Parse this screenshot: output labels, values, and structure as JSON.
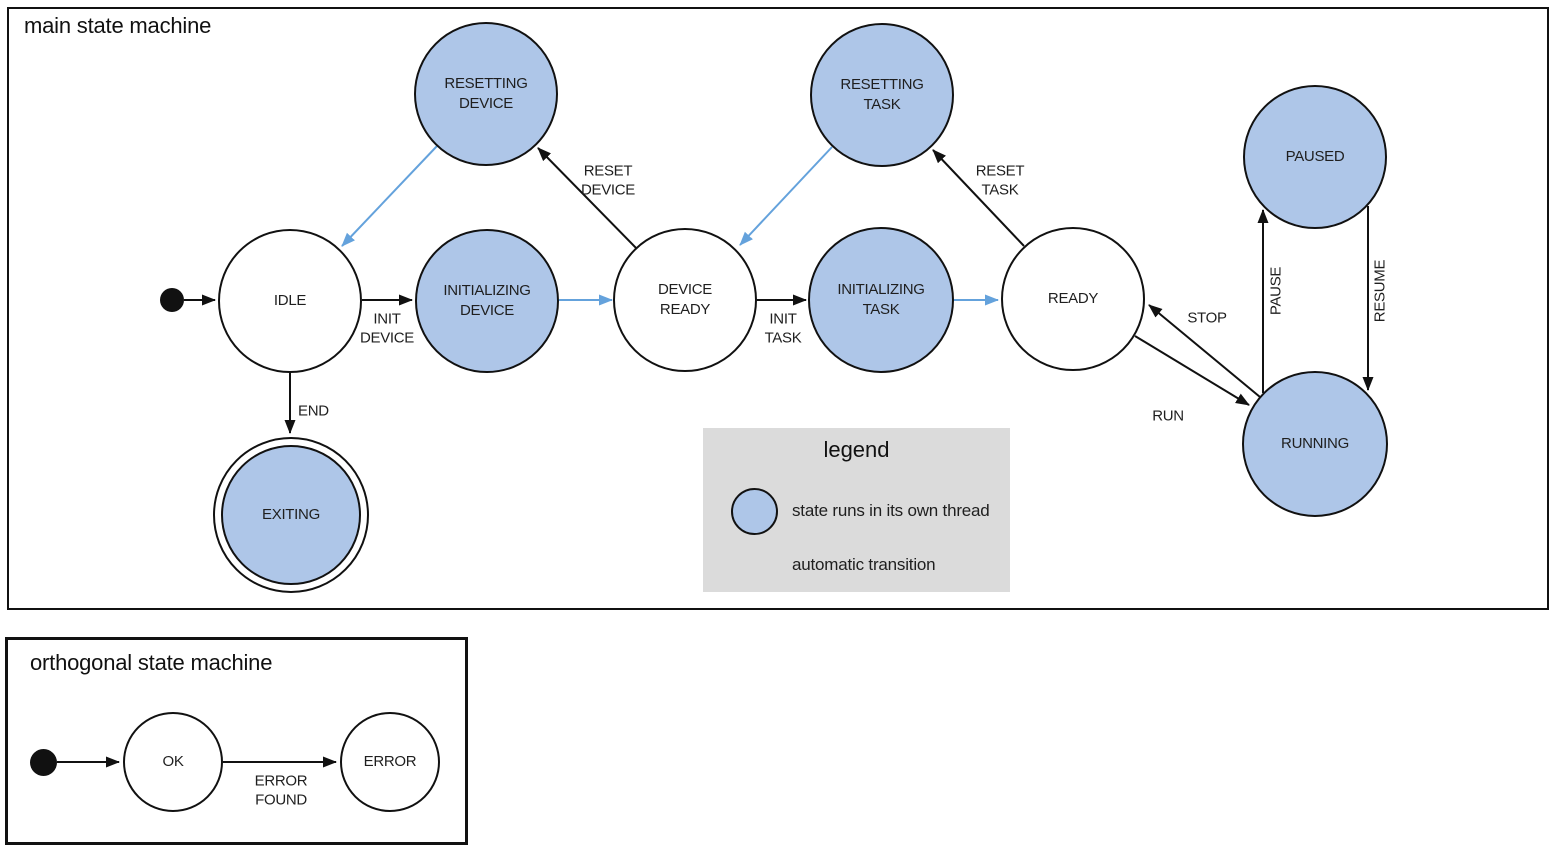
{
  "main_machine": {
    "title": "main state machine",
    "states": {
      "idle": "IDLE",
      "resetting_device": "RESETTING\nDEVICE",
      "initializing_device": "INITIALIZING\nDEVICE",
      "device_ready": "DEVICE\nREADY",
      "resetting_task": "RESETTING\nTASK",
      "initializing_task": "INITIALIZING\nTASK",
      "ready": "READY",
      "paused": "PAUSED",
      "running": "RUNNING",
      "exiting": "EXITING"
    },
    "transition_labels": {
      "init_device": "INIT\nDEVICE",
      "reset_device": "RESET\nDEVICE",
      "init_task": "INIT\nTASK",
      "reset_task": "RESET\nTASK",
      "run": "RUN",
      "stop": "STOP",
      "pause": "PAUSE",
      "resume": "RESUME",
      "end": "END"
    }
  },
  "legend": {
    "title": "legend",
    "items": {
      "threaded_state": "state runs in its own thread",
      "automatic_transition": "automatic transition"
    }
  },
  "orthogonal_machine": {
    "title": "orthogonal state machine",
    "states": {
      "ok": "OK",
      "error": "ERROR"
    },
    "transition_labels": {
      "error_found": "ERROR\nFOUND"
    }
  },
  "colors": {
    "threaded_state_fill": "#aec6e8",
    "automatic_transition_blue": "#64a2dc",
    "legend_background": "#dbdbdb",
    "line_black": "#111111"
  }
}
